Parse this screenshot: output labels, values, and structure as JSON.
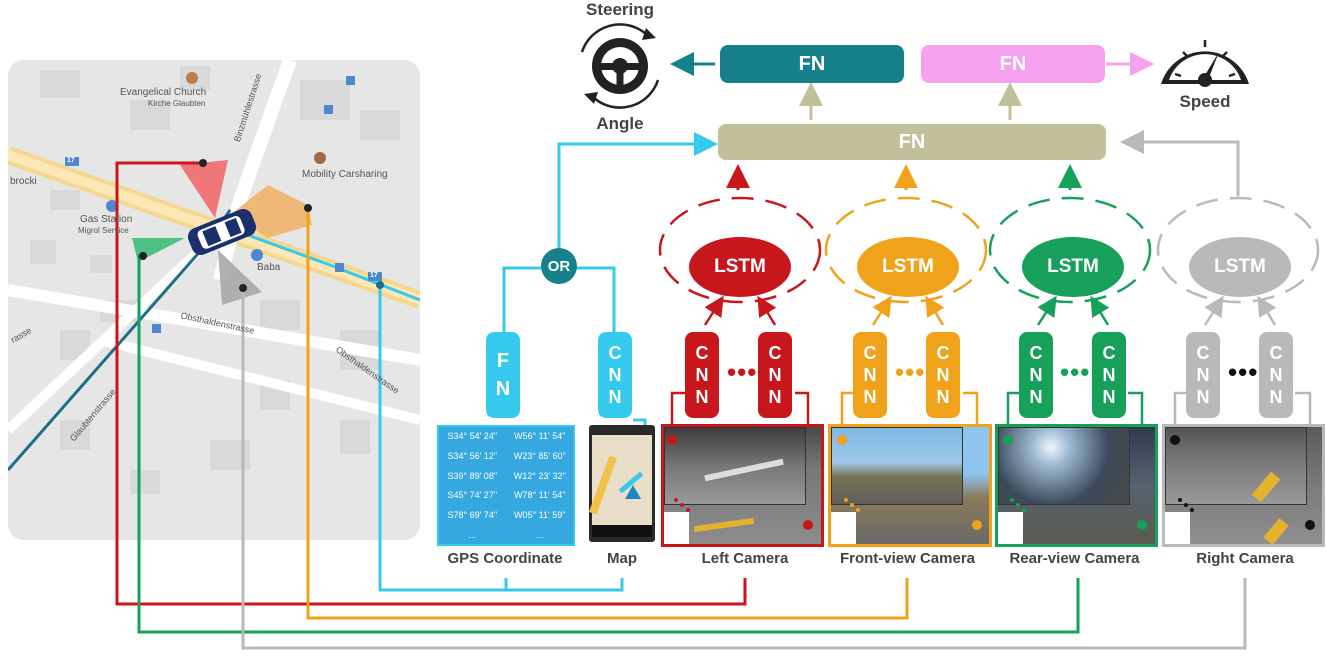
{
  "steering": {
    "top_label": "Steering",
    "bottom_label": "Angle"
  },
  "speed": {
    "label": "Speed"
  },
  "fn_boxes": {
    "steering_fn": "FN",
    "speed_fn": "FN",
    "fusion_fn": "FN"
  },
  "or_node": "OR",
  "gps_fn": [
    "F",
    "N"
  ],
  "map_cnn": [
    "C",
    "N",
    "N"
  ],
  "cnn_letters": [
    "C",
    "N",
    "N"
  ],
  "lstm_label": "LSTM",
  "ellipsis": "•••",
  "map": {
    "places": [
      {
        "name": "Evangelical Church",
        "sub": "Kirche Glaubten"
      },
      {
        "name": "Mobility Carsharing"
      },
      {
        "name": "Gas Station",
        "sub": "Migrol Service"
      },
      {
        "name": "Baba"
      },
      {
        "name": "brocki"
      }
    ],
    "streets": [
      "Binzmühlestrasse",
      "Obsthaldenstrasse",
      "Obsthaldenstrasse",
      "Glaubtenstrasse",
      "rasse"
    ],
    "badges": [
      "17",
      "17"
    ]
  },
  "gps_table": [
    [
      "S34° 54' 24\"",
      "W56° 11' 54\""
    ],
    [
      "S34° 56' 12\"",
      "W23° 85' 60\""
    ],
    [
      "S39° 89' 08\"",
      "W12° 23' 32\""
    ],
    [
      "S45° 74' 27\"",
      "W78° 11' 54\""
    ],
    [
      "S78° 69' 74\"",
      "W05° 11' 59\""
    ],
    [
      "...",
      "..."
    ]
  ],
  "input_labels": {
    "gps": "GPS Coordinate",
    "map": "Map",
    "left": "Left Camera",
    "front": "Front-view Camera",
    "rear": "Rear-view Camera",
    "right": "Right Camera"
  },
  "colors": {
    "teal": "#17818a",
    "pink": "#f6a1f0",
    "olive": "#c2c09a",
    "cyan": "#35c9ee",
    "red": "#c8161d",
    "orange": "#efa21a",
    "green": "#16a05a",
    "gray": "#b9b9b9"
  }
}
